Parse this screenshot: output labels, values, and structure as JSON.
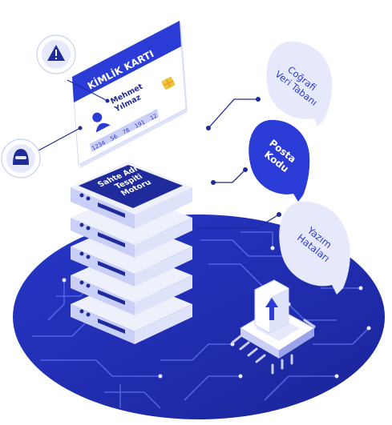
{
  "id_card": {
    "title": "KİMLİK KARTI",
    "first_name": "Mehmet",
    "last_name": "Yılmaz",
    "number_groups": [
      "1234",
      "56",
      "78",
      "191",
      "12"
    ]
  },
  "server_label": [
    "Sahte Adres",
    "Tespiti",
    "Motoru"
  ],
  "bubbles": [
    {
      "lines": [
        "Coğrafi",
        "Veri Tabanı"
      ]
    },
    {
      "lines": [
        "Posta",
        "Kodu"
      ]
    },
    {
      "lines": [
        "Yazım",
        "Hataları"
      ]
    }
  ],
  "icons": {
    "warning": "warning-icon",
    "user": "user-icon",
    "hacker": "hacker-icon",
    "chip": "chip-icon",
    "upload": "upload-arrow-icon"
  },
  "colors": {
    "navy": "#1f2a9b",
    "royal": "#2b3bd6",
    "light": "#e6e9fb",
    "pale": "#eef0fb",
    "white": "#ffffff"
  }
}
